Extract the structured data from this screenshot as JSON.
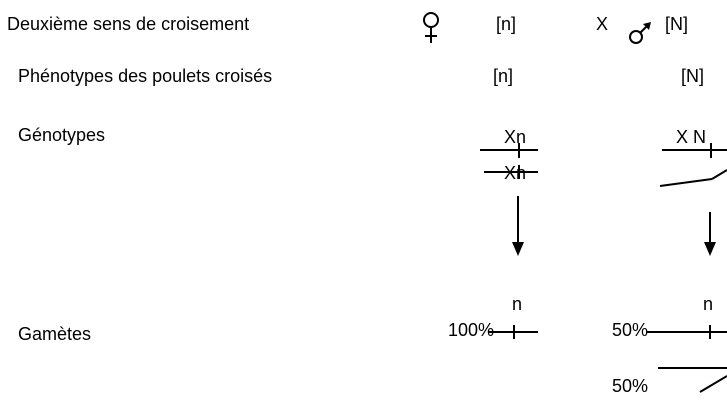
{
  "rows": {
    "cross": {
      "label": "Deuxième sens de croisement",
      "female_phenotype": "[n]",
      "cross_symbol": "X",
      "male_phenotype": "[N]"
    },
    "phenotypes": {
      "label": "Phénotypes des poulets croisés",
      "female": "[n]",
      "male": "[N]"
    },
    "genotypes": {
      "label": "Génotypes",
      "female_top": "Xn",
      "female_bottom": "Xn",
      "male_top": "X N"
    },
    "gametes": {
      "label": "Gamètes",
      "female_allele": "n",
      "female_pct": "100%",
      "male_allele": "n",
      "male_pct_1": "50%",
      "male_pct_2": "50%"
    }
  },
  "symbols": {
    "female": "female-symbol",
    "male": "male-symbol",
    "arrow": "down-arrow"
  }
}
